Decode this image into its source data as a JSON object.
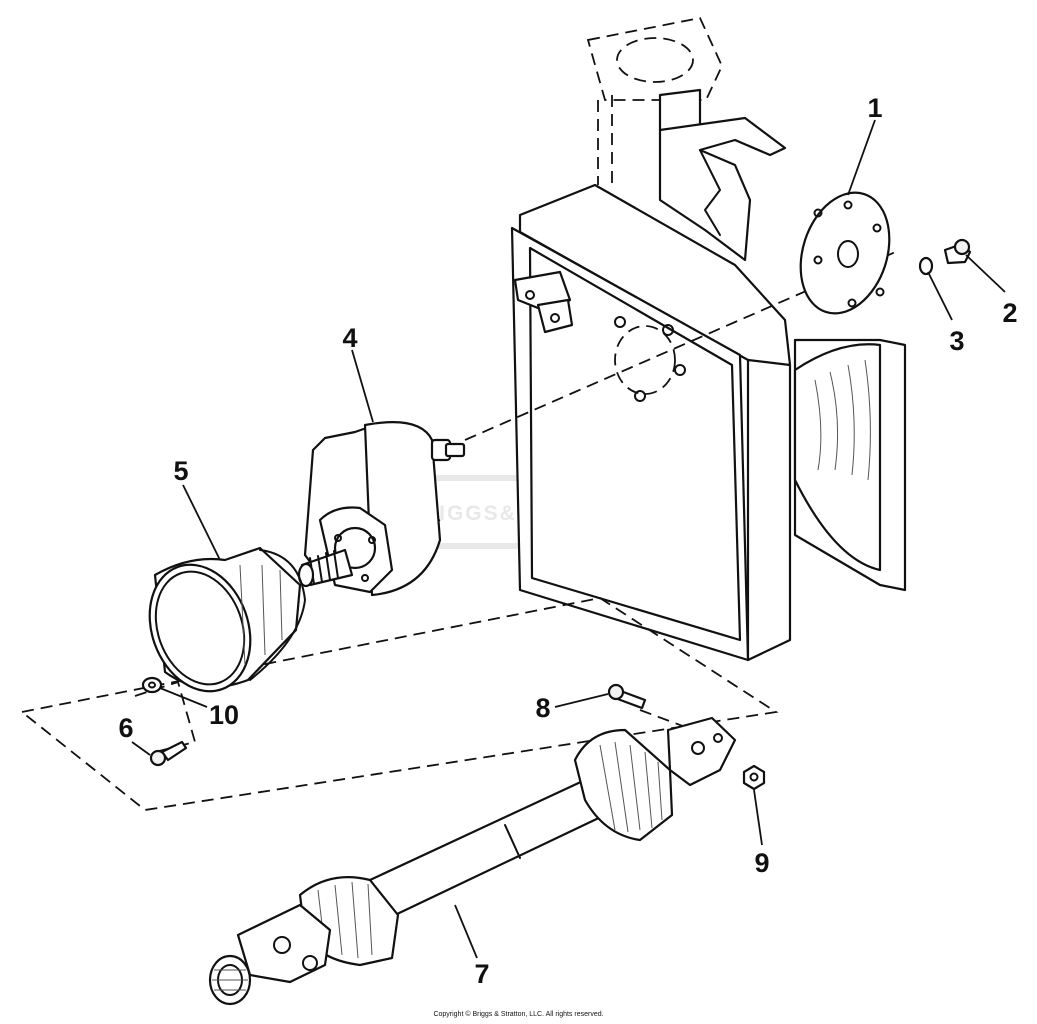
{
  "diagram": {
    "callouts": [
      {
        "id": "1",
        "label": "1"
      },
      {
        "id": "2",
        "label": "2"
      },
      {
        "id": "3",
        "label": "3"
      },
      {
        "id": "4",
        "label": "4"
      },
      {
        "id": "5",
        "label": "5"
      },
      {
        "id": "6",
        "label": "6"
      },
      {
        "id": "7",
        "label": "7"
      },
      {
        "id": "8",
        "label": "8"
      },
      {
        "id": "9",
        "label": "9"
      },
      {
        "id": "10",
        "label": "10"
      }
    ],
    "watermark": "BRIGGS&STRATTON",
    "copyright": "Copyright © Briggs & Stratton, LLC. All rights reserved."
  }
}
